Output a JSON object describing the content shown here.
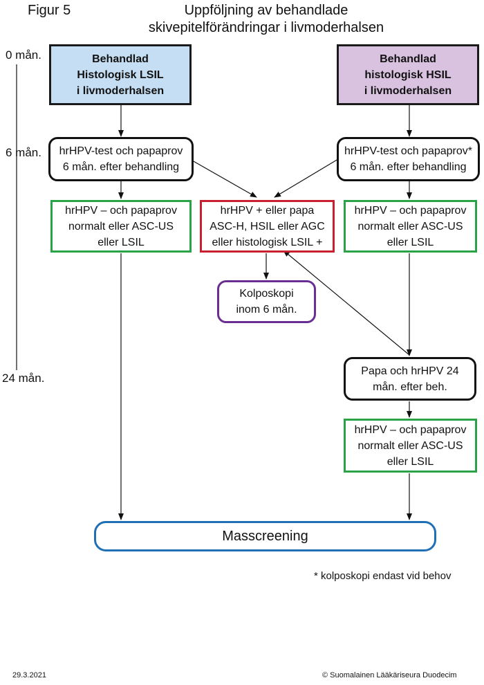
{
  "header": {
    "figure_label": "Figur 5",
    "title_line1": "Uppföljning av behandlade",
    "title_line2": "skivepitelförändringar i livmoderhalsen"
  },
  "timeline": {
    "t0": "0 mån.",
    "t6": "6 mån.",
    "t24": "24 mån."
  },
  "boxes": {
    "lsil_header": "Behandlad\nHistologisk LSIL\ni livmoderhalsen",
    "hsil_header": "Behandlad\nhistologisk HSIL\ni livmoderhalsen",
    "test_left": "hrHPV-test och papaprov\n6 mån. efter behandling",
    "test_right": "hrHPV-test och papaprov*\n6 mån. efter behandling",
    "normal_left": "hrHPV – och papaprov\nnormalt eller ASC-US\neller LSIL",
    "positive_middle": "hrHPV + eller papa\nASC-H, HSIL eller AGC\neller histologisk LSIL +",
    "normal_right": "hrHPV – och papaprov\nnormalt eller ASC-US\neller LSIL",
    "colposcopy": "Kolposkopi\ninom 6 mån.",
    "test_24": "Papa och hrHPV 24\nmån. efter beh.",
    "normal_24": "hrHPV – och papaprov\nnormalt eller ASC-US\neller LSIL",
    "screening": "Masscreening"
  },
  "footnote": "* kolposkopi endast vid behov",
  "footer": {
    "date": "29.3.2021",
    "copyright": "© Suomalainen Lääkäriseura Duodecim"
  },
  "colors": {
    "lsil_fill": "#c5def3",
    "hsil_fill": "#d9c2e0",
    "green_border": "#2aa247",
    "red_border": "#c8202e",
    "purple_border": "#6a2d91",
    "blue_border": "#1f6fb5"
  }
}
